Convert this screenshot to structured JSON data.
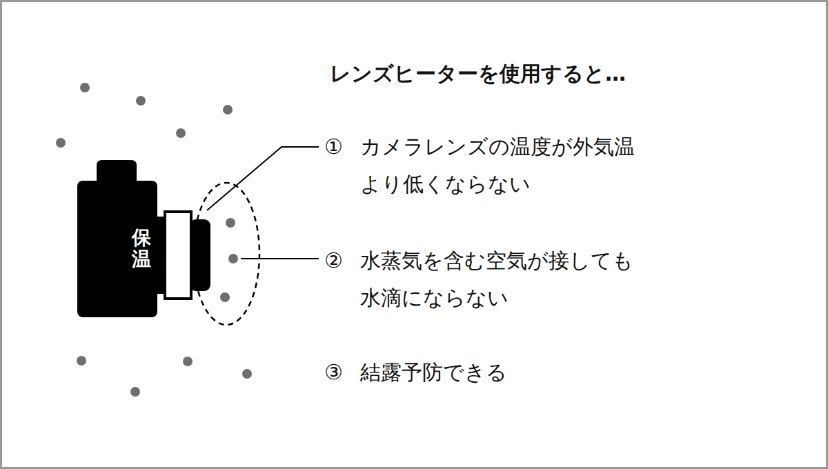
{
  "diagram": {
    "title": "レンズヒーターを使用すると…",
    "nodes": [
      {
        "text": [
          "保温"
        ]
      }
    ],
    "labels": [
      "①",
      "カメラレンズの温度が外気温 より低くならない",
      "②",
      "水蒸気を含む空気が接しても 水滴にならない",
      "③",
      "結露予防できる"
    ]
  }
}
